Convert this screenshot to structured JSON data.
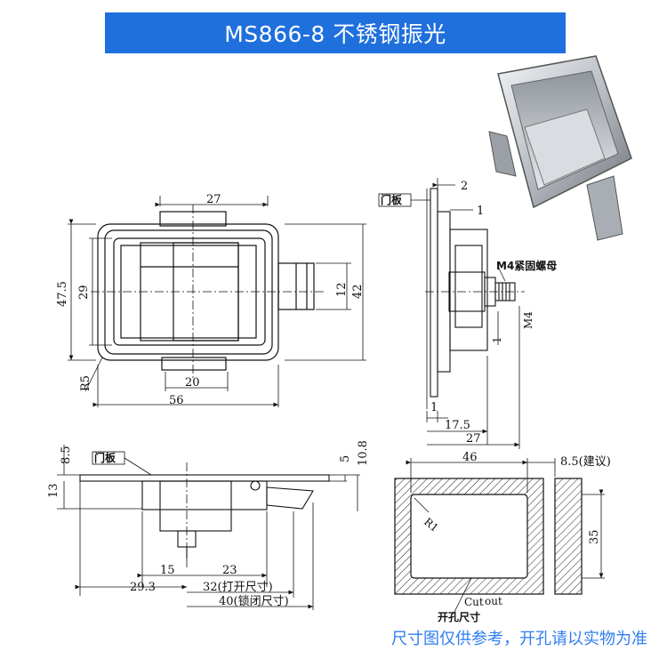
{
  "title": "MS866-8 不锈钢振光",
  "footer_note": "尺寸图仅供参考，开孔请以实物为准",
  "front_view": {
    "dim_top": "27",
    "dim_height_outer": "47.5",
    "dim_height_inner": "29",
    "dim_tongue": "12",
    "dim_right": "42",
    "dim_bottom_inner": "20",
    "dim_width": "56",
    "dim_radius": "R5"
  },
  "side_view": {
    "door_label": "门板",
    "dim_2": "2",
    "dim_1_top": "1",
    "nut_label": "M4紧固螺母",
    "thread_label": "M4",
    "dim_1_side": "1",
    "dim_1_bottom": "1",
    "dim_17_5": "17.5",
    "dim_27": "27"
  },
  "bottom_view": {
    "door_label": "门板",
    "dim_8_5": "8.5",
    "dim_13": "13",
    "dim_5": "5",
    "dim_10_8": "10.8",
    "dim_15": "15",
    "dim_23": "23",
    "dim_29_3": "29.3",
    "dim_32": "32(打开尺寸)",
    "dim_40": "40(锁闭尺寸)"
  },
  "cutout_view": {
    "dim_46": "46",
    "dim_8_5": "8.5(建议)",
    "dim_35": "35",
    "radius": "R1",
    "cut_label_a": "Cut",
    "cut_label_b": "out",
    "caption": "开孔尺寸"
  }
}
